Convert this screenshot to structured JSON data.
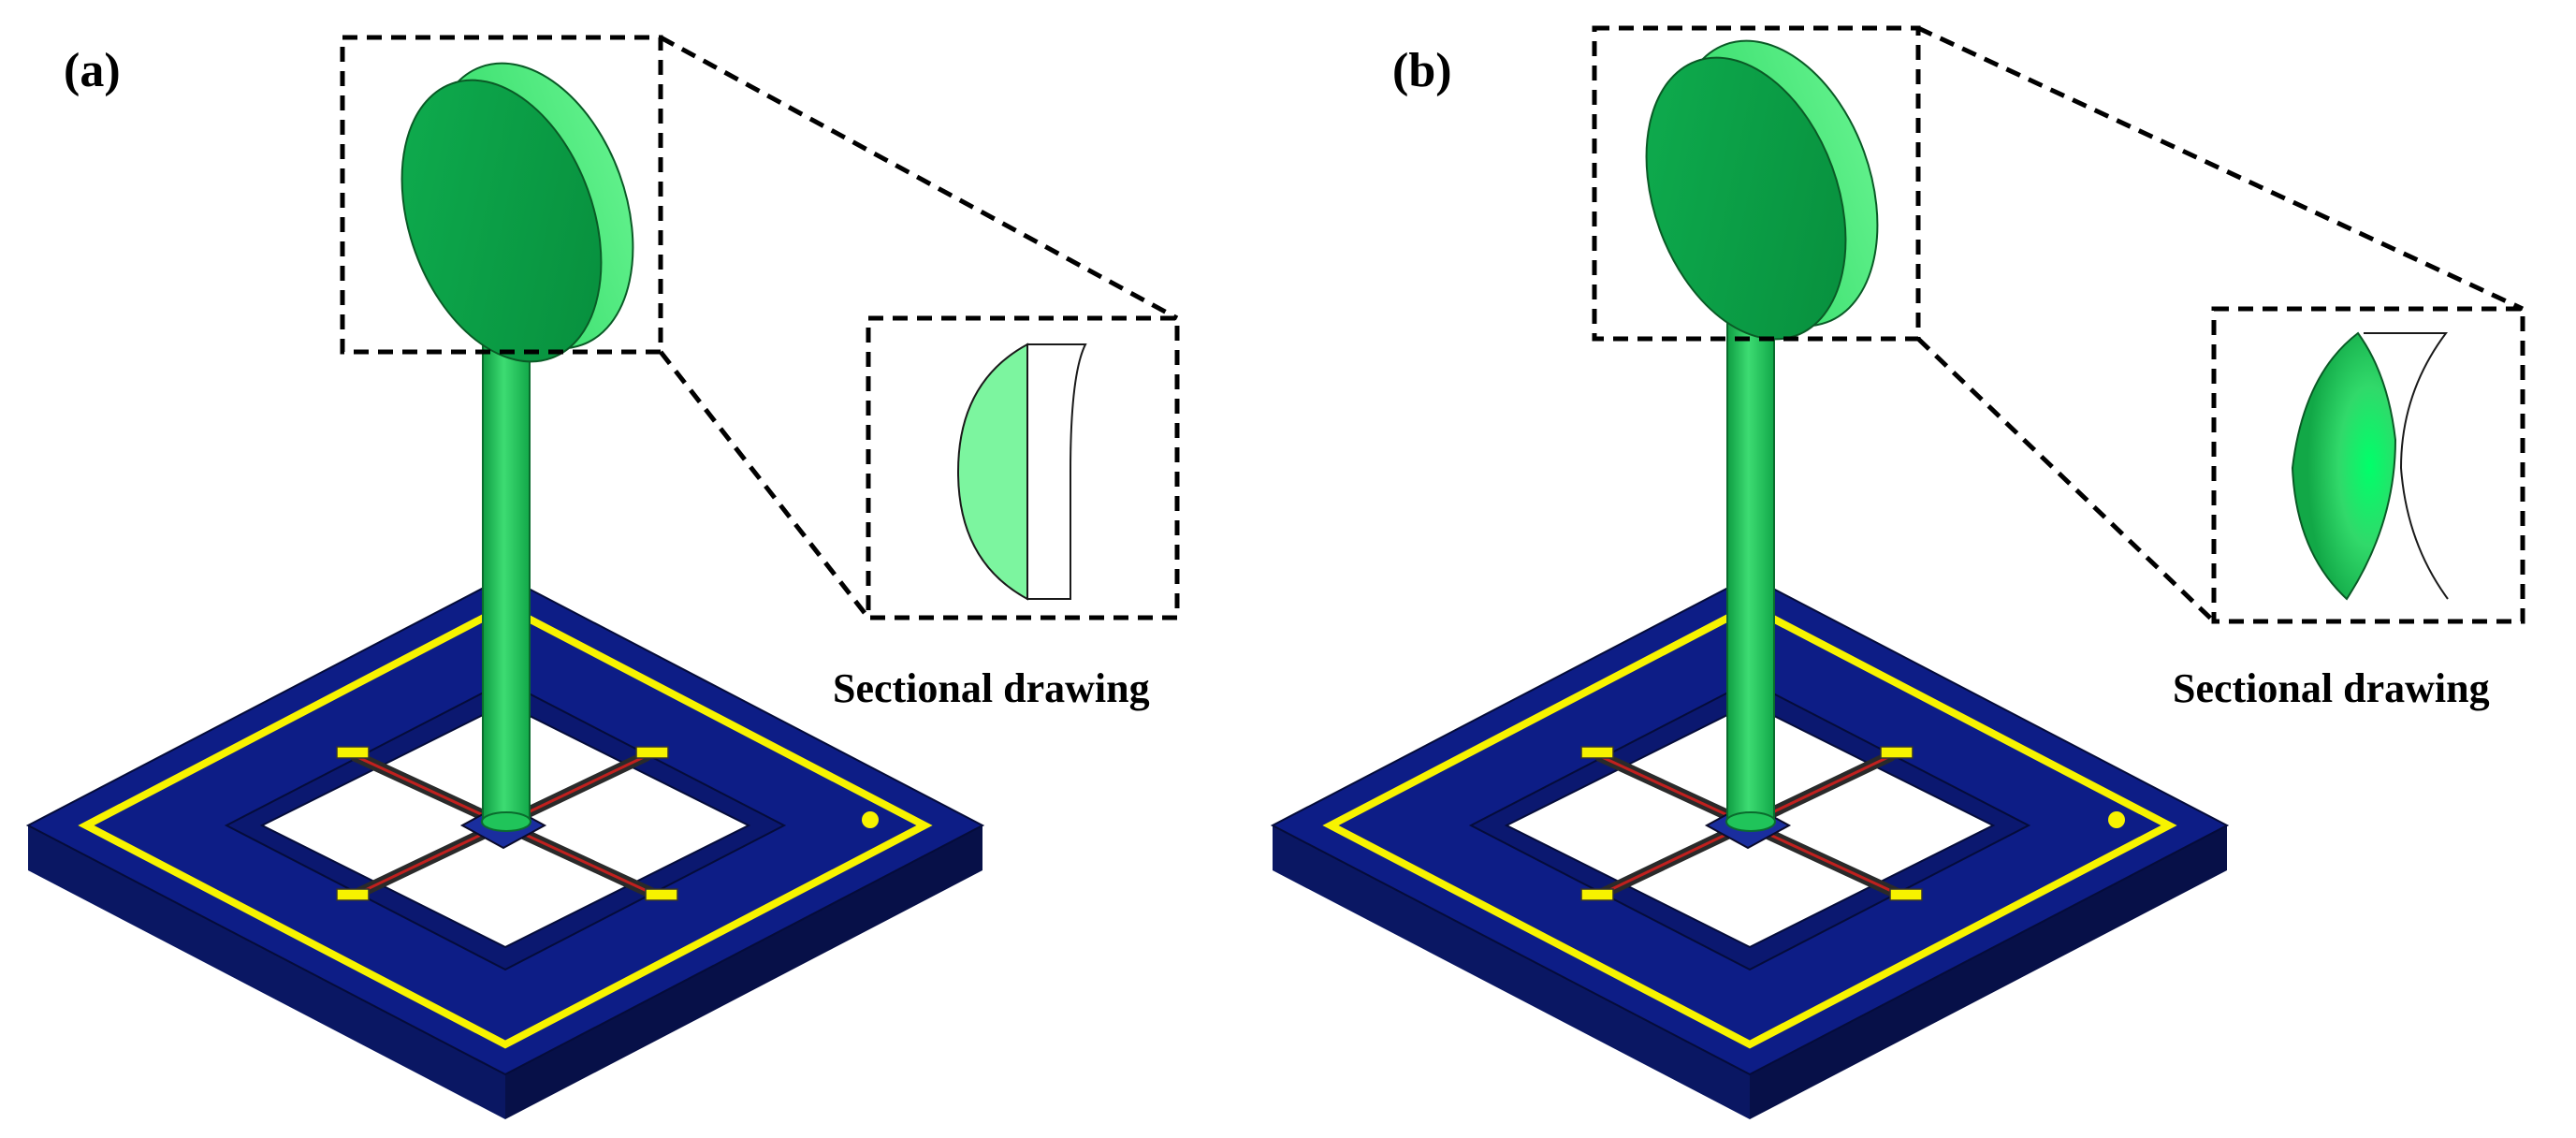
{
  "panels": {
    "a": {
      "label": "(a)",
      "caption": "Sectional drawing"
    },
    "b": {
      "label": "(b)",
      "caption": "Sectional drawing"
    }
  },
  "colors": {
    "frame_top": "#0d1d86",
    "frame_side": "#0a1763",
    "frame_dark": "#071048",
    "trace": "#f7f300",
    "post": "#17c85a",
    "post_light": "#4ee07f",
    "disk_face": "#0ba34a",
    "disk_rim": "#35e46f",
    "section_plain": "#7cf59f",
    "section_lens": "#22d45e",
    "beam": "#2a2a2a",
    "beam_red": "#c0201e"
  }
}
